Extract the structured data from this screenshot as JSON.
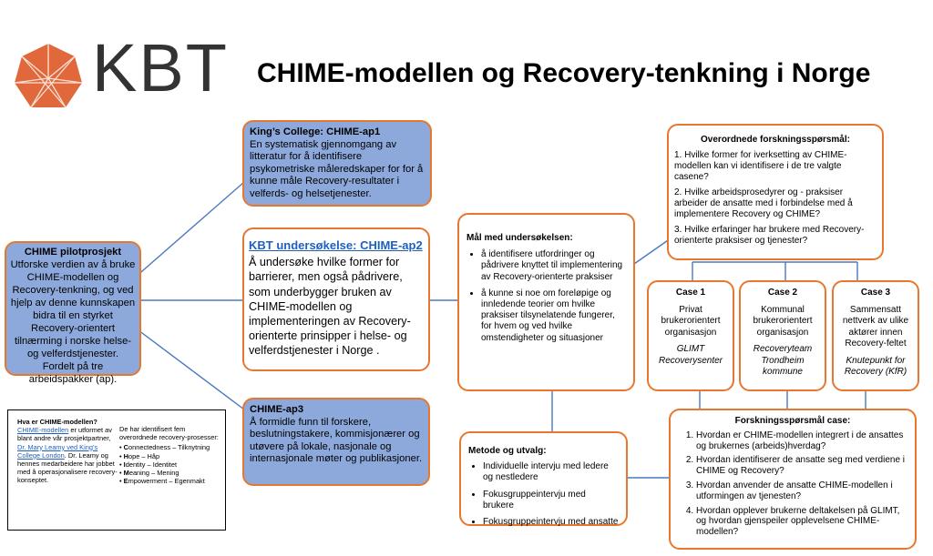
{
  "header": {
    "logo_text": "KBT",
    "title": "CHIME-modellen og Recovery-tenkning i Norge"
  },
  "pilot": {
    "title": "CHIME pilotprosjekt",
    "text": "Utforske verdien av å bruke CHIME-modellen og Recovery-tenkning, og ved hjelp av denne kunnskapen bidra til en styrket Recovery-orientert tilnærming i norske helse- og velferdstjenester. Fordelt på tre arbeidspakker (ap)."
  },
  "ap1": {
    "title": "King’s College: CHIME-ap1",
    "text": "En systematisk gjennomgang av litteratur for å identifisere psykometriske måleredskaper for for å kunne måle Recovery-resultater i velferds- og helsetjenester."
  },
  "ap2": {
    "title": "KBT undersøkelse: CHIME-ap2",
    "text": "Å undersøke hvilke former for barrierer, men også pådrivere, som underbygger bruken av CHIME-modellen og implementeringen av Recovery-orienterte prinsipper i helse- og velferdstjenester i Norge ."
  },
  "ap3": {
    "title": "CHIME-ap3",
    "text": "Å formidle funn til forskere, beslutningstakere, kommisjonærer og utøvere på lokale, nasjonale og internasjonale møter og publikasjoner."
  },
  "mal": {
    "title": "Mål med undersøkelsen:",
    "items": [
      "å identifisere utfordringer og pådrivere knyttet til implementering av Recovery-orienterte praksiser",
      "å kunne si noe om foreløpige og innledende teorier om hvilke praksiser tilsynelatende fungerer, for hvem og ved hvilke omstendigheter og situasjoner"
    ]
  },
  "metode": {
    "title": "Metode og utvalg:",
    "items": [
      "Individuelle intervju med ledere og nestledere",
      "Fokusgruppeintervju med brukere",
      "Fokusgruppeintervju med ansatte"
    ]
  },
  "overordnede": {
    "title": "Overordnede forskningsspørsmål:",
    "items": [
      "1. Hvilke former for iverksetting av CHIME-modellen kan vi identifisere i de tre valgte casene?",
      "2. Hvilke arbeidsprosedyrer og - praksiser arbeider de ansatte med i forbindelse med å implementere Recovery og CHIME?",
      "3. Hvilke erfaringer har brukere med Recovery-orienterte praksiser og tjenester?"
    ]
  },
  "cases": [
    {
      "title": "Case 1",
      "desc": "Privat brukerorientert organisasjon",
      "name": "GLIMT Recoverysenter"
    },
    {
      "title": "Case 2",
      "desc": "Kommunal brukerorientert organisasjon",
      "name": "Recoveryteam Trondheim kommune"
    },
    {
      "title": "Case 3",
      "desc": "Sammensatt nettverk av ulike aktører innen Recovery-feltet",
      "name": "Knutepunkt for Recovery (KfR)"
    }
  ],
  "case_questions": {
    "title": "Forskningsspørsmål case:",
    "items": [
      "Hvordan er CHIME-modellen integrert i de ansattes og brukernes (arbeids)hverdag?",
      "Hvordan identifiserer de ansatte seg med verdiene i CHIME og Recovery?",
      "Hvordan anvender de ansatte CHIME-modellen i utformingen av tjenesten?",
      "Hvordan opplever brukerne deltakelsen på GLIMT, og hvordan gjenspeiler opplevelsene CHIME-modellen?"
    ]
  },
  "info": {
    "title": "Hva er CHIME-modellen?",
    "link1": "CHIME-modellen",
    "text1": " er utformet av blant andre vår prosjektpartner,",
    "link2": "Dr. Mary Leamy ved King’s College London",
    "text2": ". Dr. Leamy og hennes medarbeidere har jobbet med å operasjonalisere recovery-konseptet.",
    "right_intro": "De har identifisert fem overordnede recovery-prosesser:",
    "processes": [
      {
        "letter": "C",
        "rest": "onnectedness – Tilknytning"
      },
      {
        "letter": "H",
        "rest": "ope – Håp"
      },
      {
        "letter": "I",
        "rest": "dentity – Identitet"
      },
      {
        "letter": "M",
        "rest": "eaning – Mening"
      },
      {
        "letter": "E",
        "rest": "mpowerment – Egenmakt"
      }
    ]
  },
  "colors": {
    "orange": "#e8772e",
    "blue_fill": "#8da9dc",
    "line": "#4a78c2",
    "link": "#1f5fbf"
  }
}
